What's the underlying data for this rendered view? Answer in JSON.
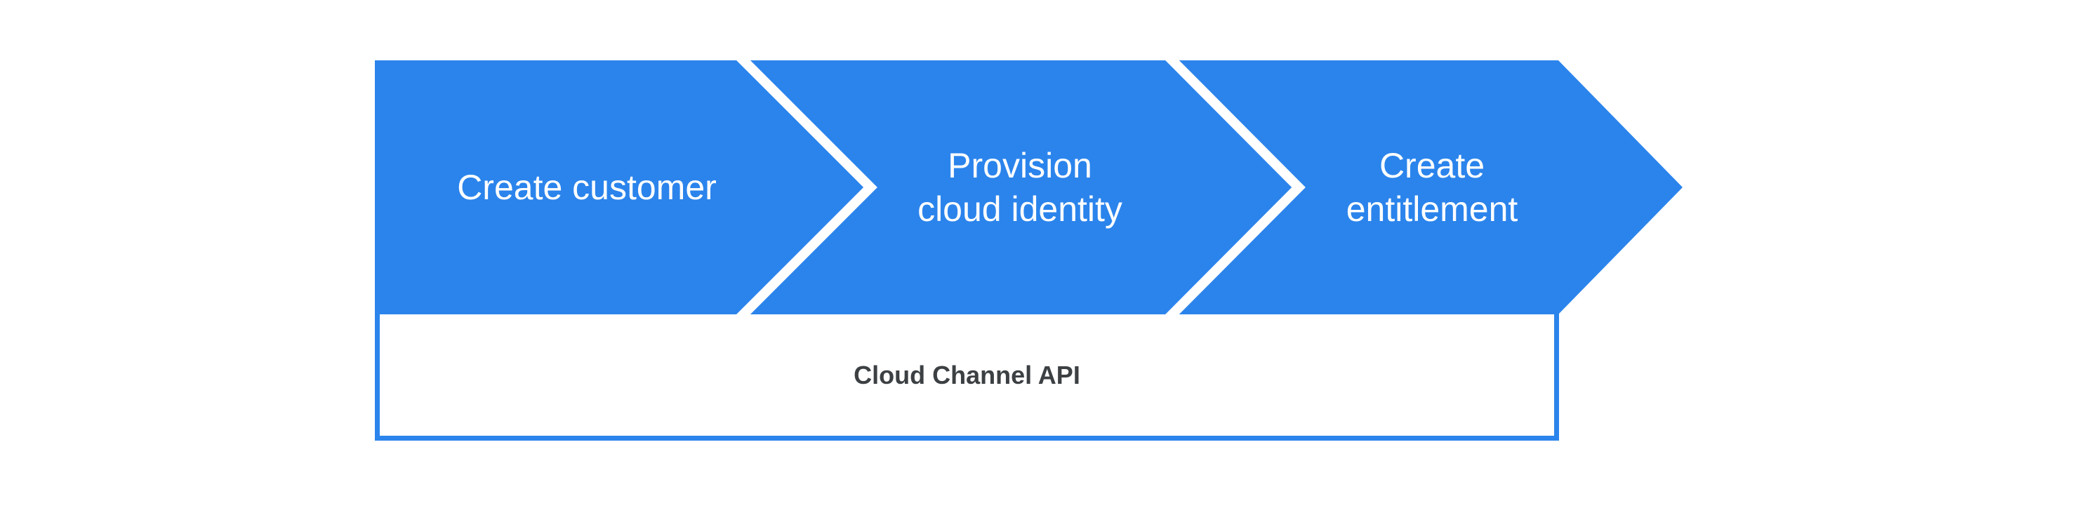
{
  "flow": {
    "steps": [
      {
        "label": "Create customer"
      },
      {
        "label": "Provision\ncloud identity"
      },
      {
        "label": "Create\nentitlement"
      }
    ],
    "api_box": {
      "label": "Cloud Channel API"
    },
    "colors": {
      "band_fill": "#2b84ec",
      "band_text": "#ffffff",
      "separator": "#ffffff",
      "box_fill": "#ffffff",
      "box_border": "#2b84ec",
      "box_text": "#3c4043",
      "background": "#ffffff"
    }
  }
}
